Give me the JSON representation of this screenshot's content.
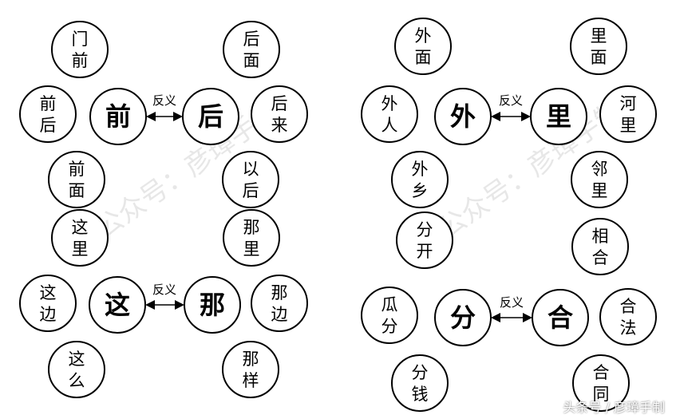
{
  "watermark": "公众号：彦璋手制",
  "footer": "头条号 / 彦璋手制",
  "groups": [
    {
      "relation": "反义",
      "left": {
        "char": "前",
        "words": [
          [
            "门",
            "前"
          ],
          [
            "前",
            "后"
          ],
          [
            "前",
            "面"
          ]
        ]
      },
      "right": {
        "char": "后",
        "words": [
          [
            "后",
            "面"
          ],
          [
            "后",
            "来"
          ],
          [
            "以",
            "后"
          ]
        ]
      }
    },
    {
      "relation": "反义",
      "left": {
        "char": "这",
        "words": [
          [
            "这",
            "里"
          ],
          [
            "这",
            "边"
          ],
          [
            "这",
            "么"
          ]
        ]
      },
      "right": {
        "char": "那",
        "words": [
          [
            "那",
            "里"
          ],
          [
            "那",
            "边"
          ],
          [
            "那",
            "样"
          ]
        ]
      }
    },
    {
      "relation": "反义",
      "left": {
        "char": "外",
        "words": [
          [
            "外",
            "面"
          ],
          [
            "外",
            "人"
          ],
          [
            "外",
            "乡"
          ]
        ]
      },
      "right": {
        "char": "里",
        "words": [
          [
            "里",
            "面"
          ],
          [
            "河",
            "里"
          ],
          [
            "邻",
            "里"
          ]
        ]
      }
    },
    {
      "relation": "反义",
      "left": {
        "char": "分",
        "words": [
          [
            "分",
            "开"
          ],
          [
            "瓜",
            "分"
          ],
          [
            "分",
            "钱"
          ]
        ]
      },
      "right": {
        "char": "合",
        "words": [
          [
            "相",
            "合"
          ],
          [
            "合",
            "法"
          ],
          [
            "合",
            "同"
          ]
        ]
      }
    }
  ]
}
